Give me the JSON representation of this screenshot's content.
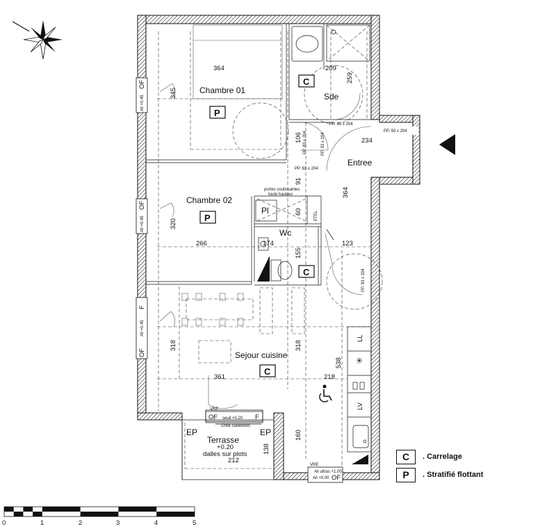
{
  "rooms": {
    "chambre01": "Chambre 01",
    "chambre02": "Chambre 02",
    "sde": "Sde",
    "entree": "Entree",
    "wc": "Wc",
    "sejour": "Sejour cuisine",
    "terrasse": "Terrasse",
    "terrasse_level": "+0.20",
    "terrasse_finish": "dalles sur plots"
  },
  "dimensions": {
    "d364_top": "364",
    "d345": "345",
    "d209": "209",
    "d259": "259",
    "d106": "106",
    "d234": "234",
    "d364_right": "364",
    "d91": "91",
    "d60": "60",
    "d320": "320",
    "d266": "266",
    "d174": "174",
    "d123": "123",
    "d155": "155",
    "d318_left": "318",
    "d318_mid": "318",
    "d538": "538",
    "d361": "361",
    "d218": "218",
    "d160": "160",
    "d138": "138",
    "d212": "212"
  },
  "floor_codes": {
    "chambre01": "P",
    "chambre02": "P",
    "sde": "C",
    "wc": "C",
    "sejour": "C"
  },
  "fixtures": {
    "placard": "Pl",
    "etel": "ETEL",
    "sliding_doors_1": "portes coulissantes",
    "sliding_doors_2": "toute hauteur",
    "door_pp1": "PP. 93 x 204",
    "door_pp2": "PP. 93 x 204",
    "door_pp3": "PP. 83 x 204",
    "door_pp4": "PP. 93 x 204",
    "door_pp5": "PP. 93 x 204",
    "door_pp6": "PP. 83 x 204",
    "lave_linge": "LL",
    "hob": "✳",
    "lave_vaisselle": "LV",
    "of": "OF",
    "f": "F",
    "ep": "EP",
    "vre": "VRE",
    "seuil": "seuil +0.20",
    "grille": "Grille caillebotis",
    "window_all1": "All +0.45",
    "window_all2": "All +0.45",
    "window_all3": "All +0.45",
    "seuil_alt": "All +0.00",
    "seuil_alt2": "All ultras +1.00"
  },
  "legend": [
    {
      "code": "C",
      "label": ". Carrelage"
    },
    {
      "code": "P",
      "label": ". Stratifié flottant"
    }
  ],
  "scale": {
    "ticks": [
      "0",
      "1",
      "2",
      "3",
      "4",
      "5"
    ]
  }
}
